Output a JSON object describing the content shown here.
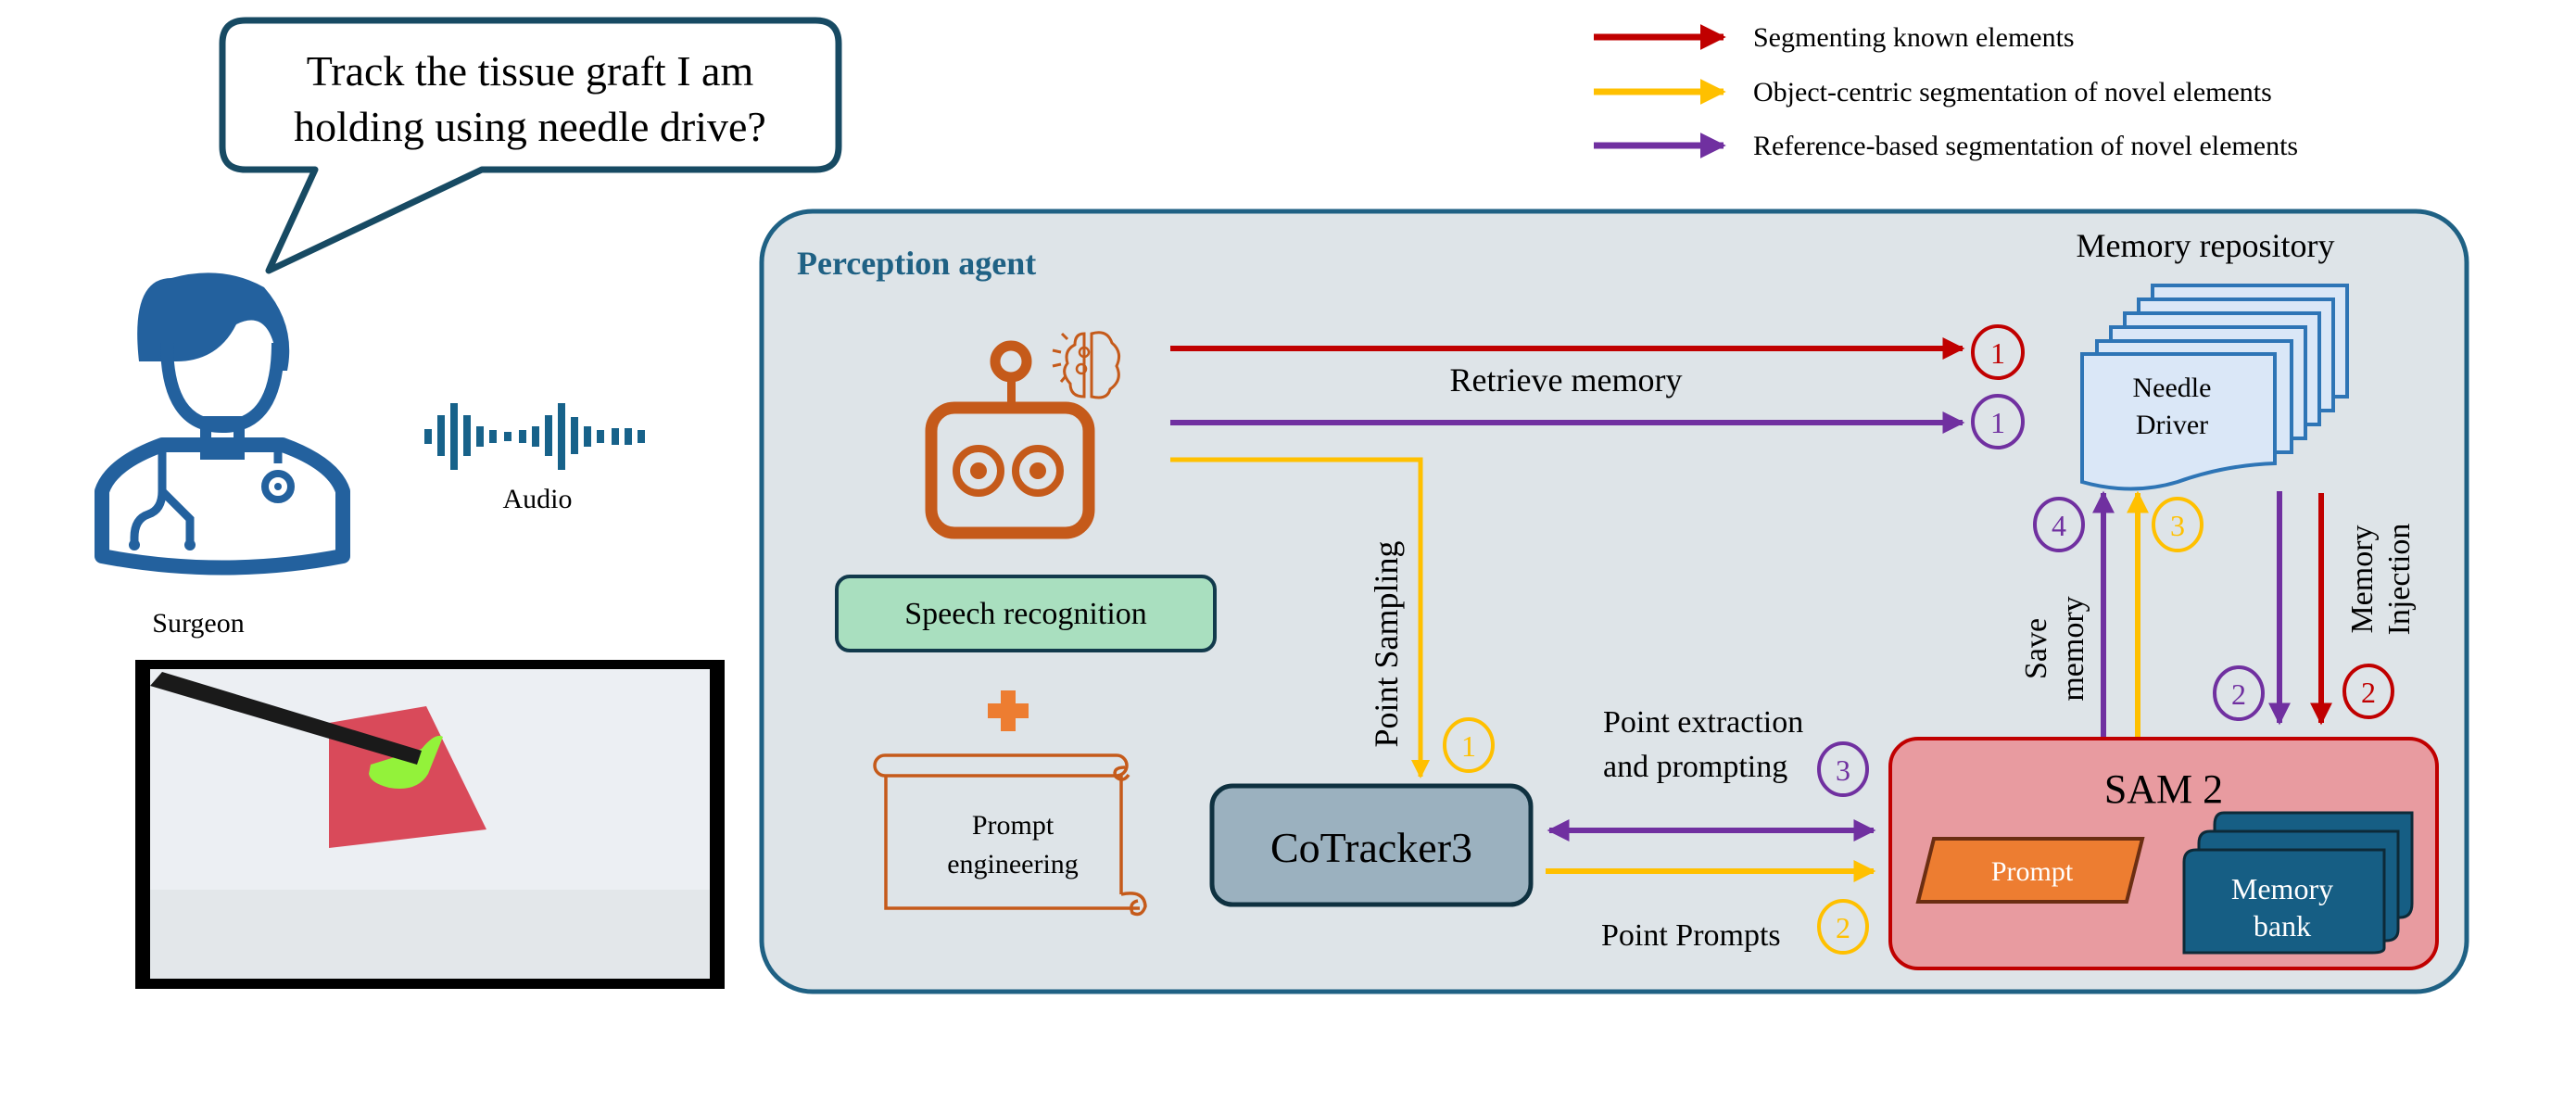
{
  "speech_bubble": {
    "line1": "Track the tissue graft I am",
    "line2": "holding using needle drive?"
  },
  "surgeon": {
    "label": "Surgeon",
    "icon": "doctor-icon"
  },
  "audio": {
    "label": "Audio",
    "icon": "sound-wave-icon"
  },
  "surgical_image": {
    "description": "tissue graft held by needle driver with green segmentation mask"
  },
  "legend": {
    "items": [
      {
        "label": "Segmenting known elements",
        "color": "#c00000"
      },
      {
        "label": "Object-centric segmentation of novel elements",
        "color": "#ffc000"
      },
      {
        "label": "Reference-based segmentation of novel elements",
        "color": "#7030a0"
      }
    ]
  },
  "perception_agent": {
    "title": "Perception agent",
    "robot_icon": "robot-brain-icon",
    "speech_recognition": "Speech recognition",
    "plus_icon": "plus-icon",
    "prompt_engineering": {
      "line1": "Prompt",
      "line2": "engineering"
    },
    "retrieve_memory": "Retrieve memory",
    "point_sampling": "Point Sampling",
    "cotracker": "CoTracker3",
    "point_extraction": {
      "line1": "Point extraction",
      "line2": "and prompting"
    },
    "point_prompts": "Point  Prompts",
    "memory_repository": {
      "title": "Memory repository",
      "line1": "Needle",
      "line2": "Driver"
    },
    "save_memory": {
      "line1": "Save",
      "line2": "memory"
    },
    "memory_injection": {
      "line1": "Memory",
      "line2": "Injection"
    },
    "sam2": {
      "title": "SAM 2",
      "prompt": "Prompt",
      "memory_bank": {
        "line1": "Memory",
        "line2": "bank"
      }
    }
  },
  "steps": {
    "red_1": "1",
    "purple_1": "1",
    "yellow_1": "1",
    "yellow_2": "2",
    "purple_3": "3",
    "purple_4": "4",
    "yellow_3": "3",
    "purple_2": "2",
    "red_2": "2"
  },
  "colors": {
    "red": "#c00000",
    "yellow": "#ffc000",
    "purple": "#7030a0",
    "panel_bg": "#dee4e8",
    "panel_border": "#1f6184",
    "dark_teal": "#174a63",
    "doctor_blue": "#23619e",
    "robot_orange": "#c55a1a",
    "speech_green": "#a9dfbf",
    "cotracker_fill": "#9bb1bf",
    "sam_fill": "#e89ba0",
    "memory_bank": "#165e84",
    "prompt_orange": "#ed7d31",
    "doc_fill": "#dae7f7",
    "doc_stroke": "#2e75b6"
  }
}
